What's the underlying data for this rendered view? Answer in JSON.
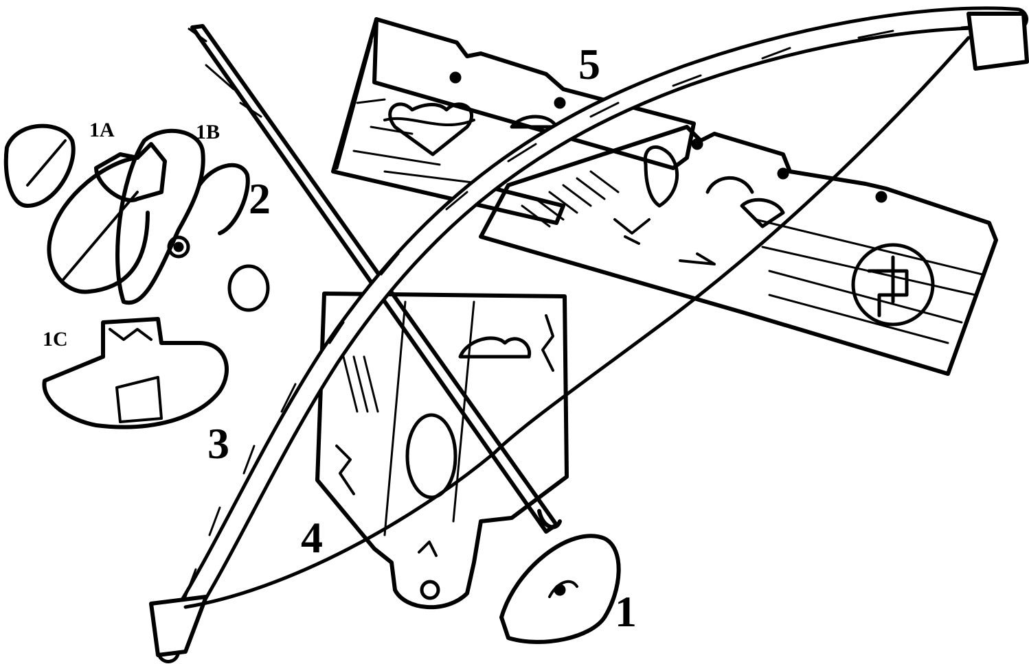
{
  "labels": {
    "l1": "1",
    "l1a": "1A",
    "l1b": "1B",
    "l1c": "1C",
    "l2": "2",
    "l3": "3",
    "l4": "4",
    "l5": "5"
  },
  "colors": {
    "ink": "#000000",
    "paper": "#ffffff"
  }
}
